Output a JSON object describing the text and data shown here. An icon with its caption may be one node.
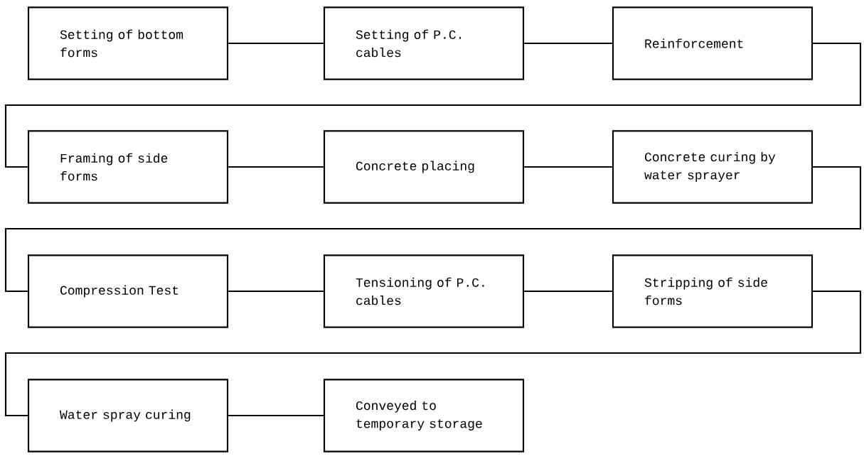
{
  "diagram": {
    "nodes": [
      {
        "text": [
          "Setting of bottom forms"
        ]
      },
      {
        "text": [
          "Setting of P.C. cables"
        ]
      },
      {
        "text": [
          "Reinforcement"
        ]
      },
      {
        "text": [
          "Framing of side forms"
        ]
      },
      {
        "text": [
          "Concrete placing"
        ]
      },
      {
        "text": [
          "Concrete curing by water sprayer"
        ]
      },
      {
        "text": [
          "Compression Test"
        ]
      },
      {
        "text": [
          "Tensioning of P.C. cables"
        ]
      },
      {
        "text": [
          "Stripping of side forms"
        ]
      },
      {
        "text": [
          "Water spray curing"
        ]
      },
      {
        "text": [
          "Conveyed to temporary storage"
        ]
      }
    ],
    "edges": [
      {
        "from": 0,
        "to": 1,
        "arrow": "none"
      },
      {
        "from": 1,
        "to": 2,
        "arrow": "none"
      },
      {
        "from": 2,
        "to": 3,
        "arrow": "none"
      },
      {
        "from": 3,
        "to": 4,
        "arrow": "none"
      },
      {
        "from": 4,
        "to": 5,
        "arrow": "none"
      },
      {
        "from": 5,
        "to": 6,
        "arrow": "none"
      },
      {
        "from": 6,
        "to": 7,
        "arrow": "none"
      },
      {
        "from": 7,
        "to": 8,
        "arrow": "none"
      },
      {
        "from": 8,
        "to": 9,
        "arrow": "none"
      },
      {
        "from": 9,
        "to": 10,
        "arrow": "none"
      }
    ]
  }
}
